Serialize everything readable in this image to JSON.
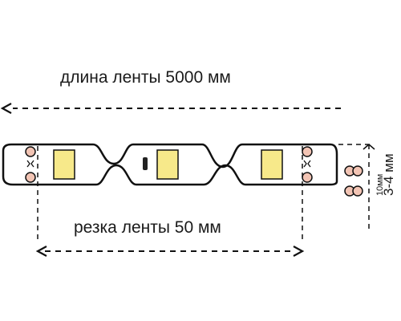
{
  "diagram": {
    "tape_length_label": "длина ленты 5000 мм",
    "cut_length_label": "резка ленты 50 мм",
    "width_label": "3-4 мм",
    "thickness_label": "10мм"
  },
  "colors": {
    "outline": "#111111",
    "led": "#f7e98a",
    "pad": "#f2c4b4",
    "background": "#ffffff"
  }
}
